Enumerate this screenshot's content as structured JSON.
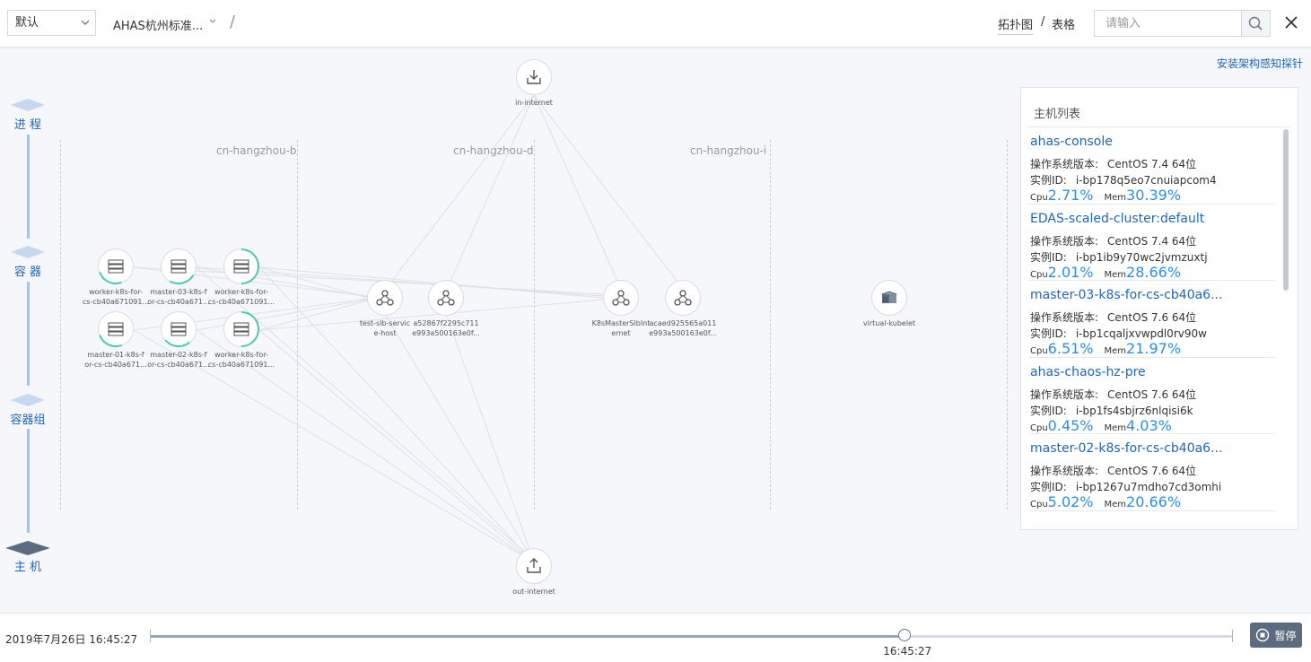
{
  "header": {
    "select_value": "默认",
    "app_name": "AHAS杭州标准...",
    "separator": "/",
    "view_tabs": [
      {
        "label": "拓扑图",
        "active": true
      },
      {
        "label": "表格",
        "active": false
      }
    ],
    "tab_separator": "/",
    "search_placeholder": "请输入"
  },
  "install_link": "安装架构感知探针",
  "layers": [
    "进 程",
    "容 器",
    "容器组",
    "主 机"
  ],
  "zones": [
    "cn-hangzhou-b",
    "cn-hangzhou-d",
    "cn-hangzhou-i"
  ],
  "nodes": {
    "in_internet": "in-internet",
    "out_internet": "out-internet",
    "worker1": [
      "worker-k8s-for-",
      "cs-cb40a671091..."
    ],
    "master3": [
      "master-03-k8s-f",
      "or-cs-cb40a671..."
    ],
    "worker2": [
      "worker-k8s-for-",
      "cs-cb40a671091..."
    ],
    "master1": [
      "master-01-k8s-f",
      "or-cs-cb40a671..."
    ],
    "master2": [
      "master-02-k8s-f",
      "or-cs-cb40a671..."
    ],
    "worker3": [
      "worker-k8s-for-",
      "cs-cb40a671091..."
    ],
    "slb_host": [
      "test-slb-servic",
      "e-host"
    ],
    "svc_a528": [
      "a52867f2295c711",
      "e993a500163e0f..."
    ],
    "k8s_master_slb": [
      "K8sMasterSlbInt",
      "ernet"
    ],
    "svc_acae": [
      "acaed925565a011",
      "e993a500163e0f..."
    ],
    "virtual_kubelet": "virtual-kubelet"
  },
  "host_panel": {
    "title": "主机列表",
    "os_label": "操作系统版本:",
    "id_label": "实例ID:",
    "cpu_label": "Cpu",
    "mem_label": "Mem",
    "hosts": [
      {
        "name": "ahas-console",
        "os": "CentOS 7.4 64位",
        "id": "i-bp178q5eo7cnuiapcom4",
        "cpu": "2.71%",
        "mem": "30.39%"
      },
      {
        "name": "EDAS-scaled-cluster:default",
        "os": "CentOS 7.4 64位",
        "id": "i-bp1ib9y70wc2jvmzuxtj",
        "cpu": "2.01%",
        "mem": "28.66%"
      },
      {
        "name": "master-03-k8s-for-cs-cb40a6...",
        "os": "CentOS 7.6 64位",
        "id": "i-bp1cqaljxvwpdl0rv90w",
        "cpu": "6.51%",
        "mem": "21.97%"
      },
      {
        "name": "ahas-chaos-hz-pre",
        "os": "CentOS 7.6 64位",
        "id": "i-bp1fs4sbjrz6nlqisi6k",
        "cpu": "0.45%",
        "mem": "4.03%"
      },
      {
        "name": "master-02-k8s-for-cs-cb40a6...",
        "os": "CentOS 7.6 64位",
        "id": "i-bp1267u7mdho7cd3omhi",
        "cpu": "5.02%",
        "mem": "20.66%"
      }
    ]
  },
  "timeline": {
    "date": "2019年7月26日 16:45:27",
    "thumb_time": "16:45:27",
    "position": 0.697,
    "pause_label": "暂停"
  },
  "colors": {
    "accent": "#1f66b4",
    "metric": "#2d8ee0",
    "ring": "#4dc9b0",
    "layer_active": "#5b6b80"
  }
}
